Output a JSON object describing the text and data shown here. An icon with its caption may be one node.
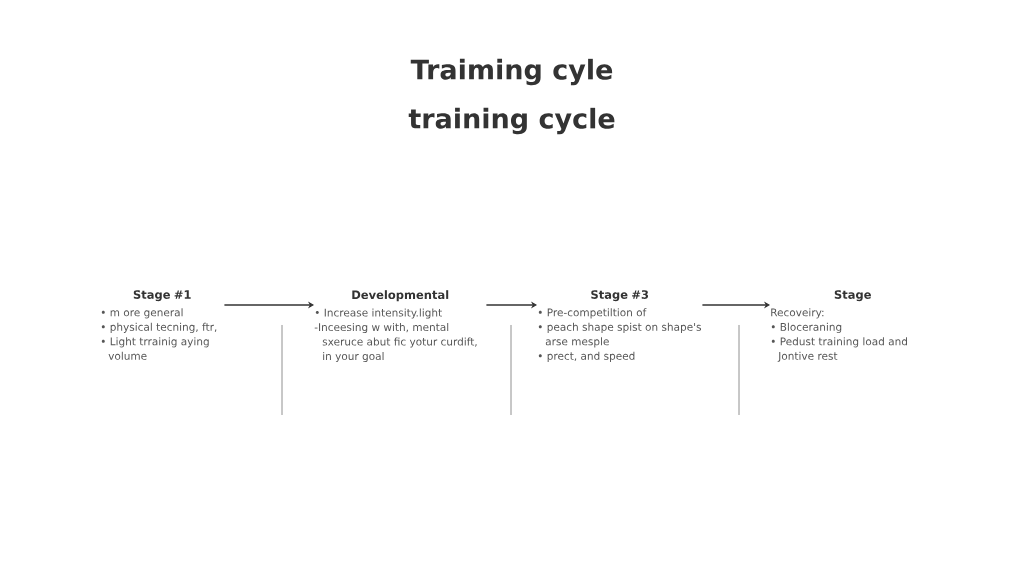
{
  "diagram": {
    "title": "Traiming cyle",
    "nodes": [
      {
        "text": [
          "Stage #1",
          "• m ore general",
          "• physical tecning, ftr,",
          "• Light trrainig aying volume"
        ]
      },
      {
        "text": [
          "Developmental",
          "• Increase intensity.light",
          "-Inceesing w with, mental sxeruce abut fic yotur curdift, in your goal"
        ]
      },
      {
        "text": [
          "Stage #3",
          "• Pre-competiltion of",
          "• peach shape spist on shape's arse mesple",
          "• prect, and speed"
        ]
      },
      {
        "text": [
          "Stage",
          "Recoveiry:",
          "• Bloceraning",
          "• Pedust training load and Jontive rest"
        ]
      }
    ],
    "edges": [
      {
        "from": 0,
        "to": 1,
        "arrow": "to"
      },
      {
        "from": 1,
        "to": 2,
        "arrow": "to"
      },
      {
        "from": 2,
        "to": 3,
        "arrow": "to"
      }
    ],
    "labels": [
      "training cycle"
    ]
  }
}
